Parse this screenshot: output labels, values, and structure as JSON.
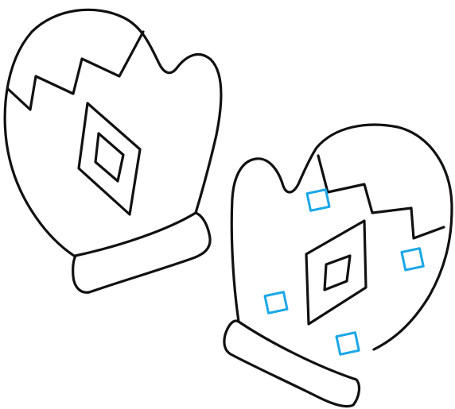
{
  "illustration": {
    "subject": "pair-of-mittens",
    "colors": {
      "background": "#ffffff",
      "outline": "#111111",
      "accent": "#1aa7e8"
    },
    "mittens": [
      {
        "id": "left-mitten",
        "pattern": "zigzag-band-diamond"
      },
      {
        "id": "right-mitten",
        "pattern": "zigzag-band-diamond-squares",
        "accent_squares": 4
      }
    ]
  }
}
